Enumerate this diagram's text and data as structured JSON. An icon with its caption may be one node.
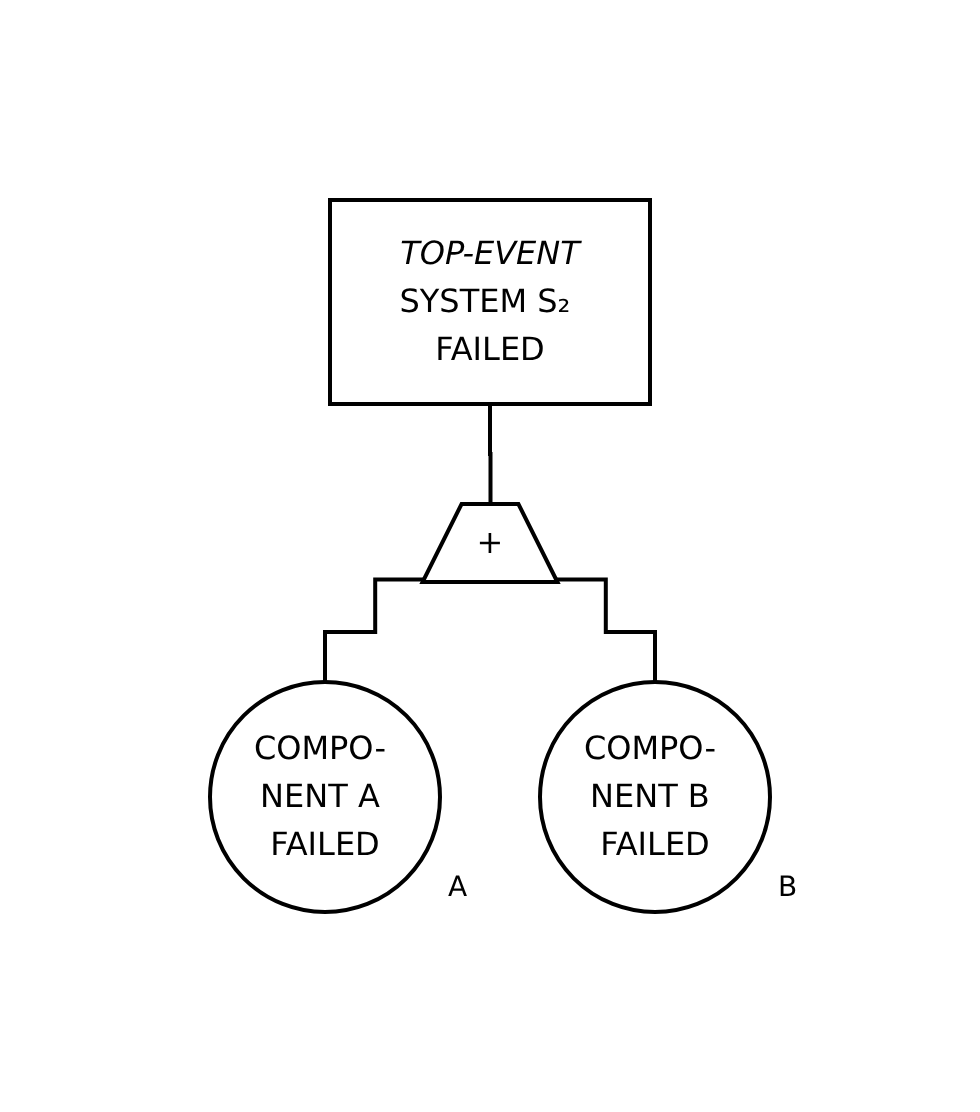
{
  "diagram": {
    "nodes": [
      {
        "text": [
          "TOP-EVENT",
          "SYSTEM S₂ FAILED"
        ]
      },
      {
        "text": [
          "+"
        ]
      },
      {
        "text": [
          "COMPO- NENT A FAILED"
        ],
        "beside": [
          "A"
        ]
      },
      {
        "text": [
          "COMPO- NENT B FAILED"
        ],
        "beside": [
          "B"
        ]
      }
    ],
    "edges": [
      {
        "from": 0,
        "to": 1,
        "arrow": "none"
      },
      {
        "from": 1,
        "to": 2,
        "arrow": "none"
      },
      {
        "from": 1,
        "to": 3,
        "arrow": "none"
      }
    ]
  }
}
